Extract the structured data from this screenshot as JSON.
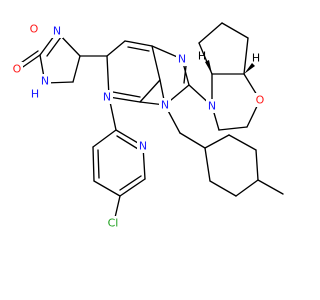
{
  "colors": {
    "background": "#ffffff",
    "bond": "#000000",
    "N": "#1a1aff",
    "O": "#ff1a1a",
    "Cl": "#1ea01e",
    "C": "#000000"
  },
  "atoms": [
    {
      "id": "O_ketone",
      "text": "O",
      "el": "O"
    },
    {
      "id": "O_ring5",
      "text": "O",
      "el": "O"
    },
    {
      "id": "N_ox",
      "text": "N",
      "el": "N"
    },
    {
      "id": "N_H",
      "text": "N",
      "el": "N"
    },
    {
      "id": "H_NH",
      "text": "H",
      "el": "N"
    },
    {
      "id": "N_pyr",
      "text": "N",
      "el": "N"
    },
    {
      "id": "N_imid",
      "text": "N",
      "el": "N"
    },
    {
      "id": "N_alkyl",
      "text": "N",
      "el": "N"
    },
    {
      "id": "N_morph",
      "text": "N",
      "el": "N"
    },
    {
      "id": "O_morph",
      "text": "O",
      "el": "O"
    },
    {
      "id": "H_top",
      "text": "H",
      "el": "C"
    },
    {
      "id": "H_bot",
      "text": "H",
      "el": "C"
    },
    {
      "id": "N_pyridyl",
      "text": "N",
      "el": "N"
    },
    {
      "id": "Cl",
      "text": "Cl",
      "el": "Cl"
    }
  ]
}
